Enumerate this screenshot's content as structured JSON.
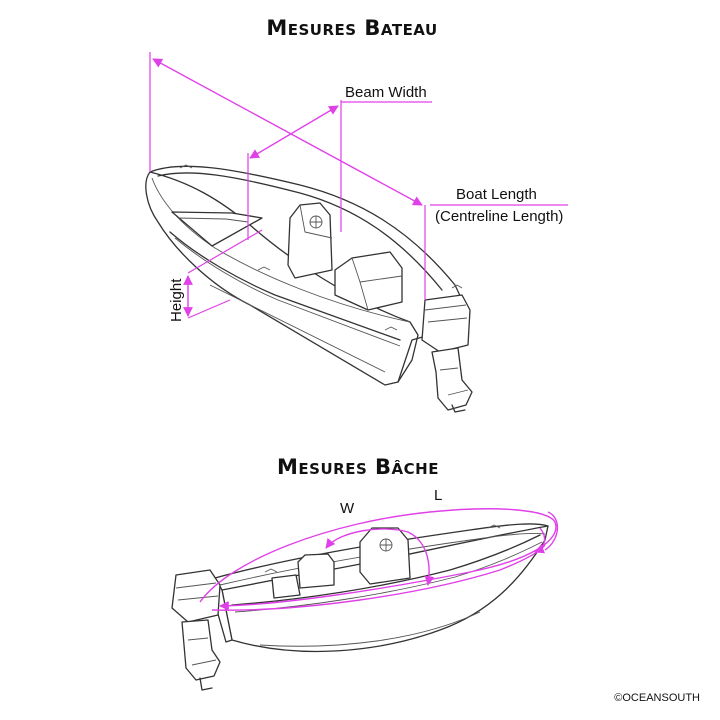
{
  "titles": {
    "boat": "Mesures Bateau",
    "cover": "Mesures Bâche"
  },
  "labels": {
    "beam_width": "Beam Width",
    "boat_length": "Boat Length",
    "centreline_length": "(Centreline Length)",
    "height": "Height",
    "w": "W",
    "l": "L"
  },
  "copyright": "©OCEANSOUTH",
  "colors": {
    "measure_line": "#e040e8",
    "line_art": "#333333",
    "background": "#ffffff"
  }
}
